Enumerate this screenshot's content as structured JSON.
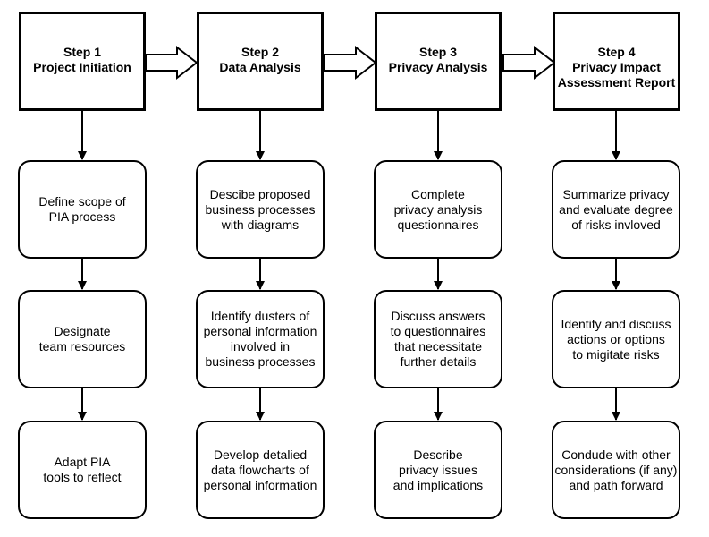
{
  "columns": [
    {
      "header": [
        "Step 1",
        "Project Initiation"
      ],
      "steps": [
        [
          "Define scope of",
          "PIA process"
        ],
        [
          "Designate",
          "team resources"
        ],
        [
          "Adapt PIA",
          "tools to reflect"
        ]
      ]
    },
    {
      "header": [
        "Step 2",
        "Data Analysis"
      ],
      "steps": [
        [
          "Descibe proposed",
          "business processes",
          "with diagrams"
        ],
        [
          "Identify dusters of",
          "personal information",
          "involved in",
          "business processes"
        ],
        [
          "Develop detalied",
          "data flowcharts of",
          "personal information"
        ]
      ]
    },
    {
      "header": [
        "Step 3",
        "Privacy Analysis"
      ],
      "steps": [
        [
          "Complete",
          "privacy analysis",
          "questionnaires"
        ],
        [
          "Discuss answers",
          "to questionnaires",
          "that necessitate",
          "further details"
        ],
        [
          "Describe",
          "privacy issues",
          "and implications"
        ]
      ]
    },
    {
      "header": [
        "Step 4",
        "Privacy Impact",
        "Assessment Report"
      ],
      "steps": [
        [
          "Summarize privacy",
          "and evaluate degree",
          "of risks invloved"
        ],
        [
          "Identify and discuss",
          "actions or options",
          "to migitate risks"
        ],
        [
          "Condude with other",
          "considerations (if any)",
          "and path forward"
        ]
      ]
    }
  ]
}
